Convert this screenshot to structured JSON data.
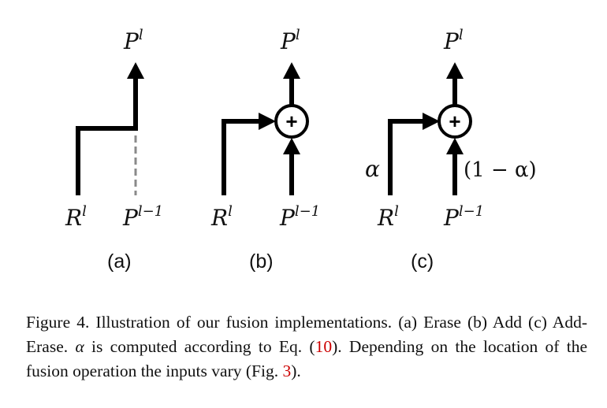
{
  "panels": [
    {
      "id": "a",
      "sublabel": "(a)",
      "output": {
        "base": "P",
        "sup": "l"
      },
      "input_left": {
        "base": "R",
        "sup": "l"
      },
      "input_right": {
        "base": "P",
        "sup": "l−1"
      }
    },
    {
      "id": "b",
      "sublabel": "(b)",
      "output": {
        "base": "P",
        "sup": "l"
      },
      "input_left": {
        "base": "R",
        "sup": "l"
      },
      "input_right": {
        "base": "P",
        "sup": "l−1"
      },
      "operator": "+"
    },
    {
      "id": "c",
      "sublabel": "(c)",
      "output": {
        "base": "P",
        "sup": "l"
      },
      "input_left": {
        "base": "R",
        "sup": "l"
      },
      "input_right": {
        "base": "P",
        "sup": "l−1"
      },
      "operator": "+",
      "weight_left": "α",
      "weight_right": "(1 − α)"
    }
  ],
  "caption": {
    "part1": "Figure 4. Illustration of our fusion implementations. (a) Erase (b) Add (c) Add-Erase. ",
    "alpha": "α",
    "part2": " is computed according to Eq. (",
    "eq_ref": "10",
    "part3": "). Depending on the location of the fusion operation the inputs vary (Fig. ",
    "fig_ref": "3",
    "part4": ")."
  }
}
